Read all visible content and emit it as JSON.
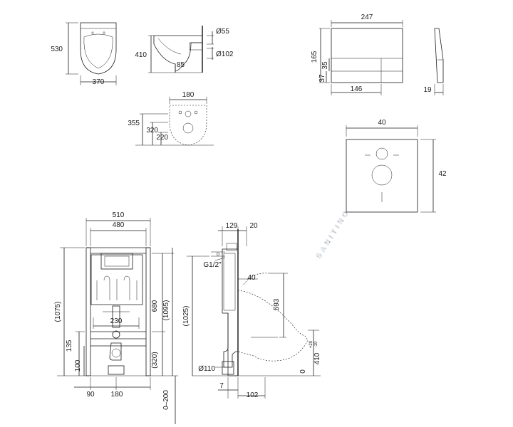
{
  "watermark": "SANITINO",
  "colors": {
    "line": "#1a1a1a",
    "accent": "#3b7fc4",
    "background": "#ffffff"
  },
  "bowl_top": {
    "width": "370",
    "depth": "530"
  },
  "bowl_side": {
    "height": "410",
    "outlet_height": "85",
    "inlet_diameter": "Ø55",
    "outlet_diameter": "Ø102"
  },
  "bowl_back": {
    "fixing_width": "180",
    "heights": [
      "355",
      "320",
      "220"
    ]
  },
  "flush_plate": {
    "width": "247",
    "height": "165",
    "lower_height": "37",
    "button_height": "35",
    "offset": "146",
    "depth": "19"
  },
  "sound_pad": {
    "width": "40",
    "height": "42"
  },
  "frame_front": {
    "outer_width": "510",
    "inner_width": "480",
    "pipe_spacing": "230",
    "total_height": "(1075)",
    "height_1095": "(1095)",
    "height_680": "680",
    "height_320": "(320)",
    "h_135": "135",
    "h_100": "100",
    "bottom_left": "90",
    "bottom_right": "180",
    "floor_range": "0–200"
  },
  "frame_side": {
    "depth_129": "129",
    "depth_20": "20",
    "thread": "G1/2\"",
    "offset_40": "40",
    "height_593": "593",
    "height_1025": "(1025)",
    "diameter_110": "Ø110",
    "dim_7": "7",
    "dim_102": "102",
    "floor_zero": "0",
    "seat_height": "410",
    "tol_plus": "+20",
    "tol_minus": "-10"
  }
}
